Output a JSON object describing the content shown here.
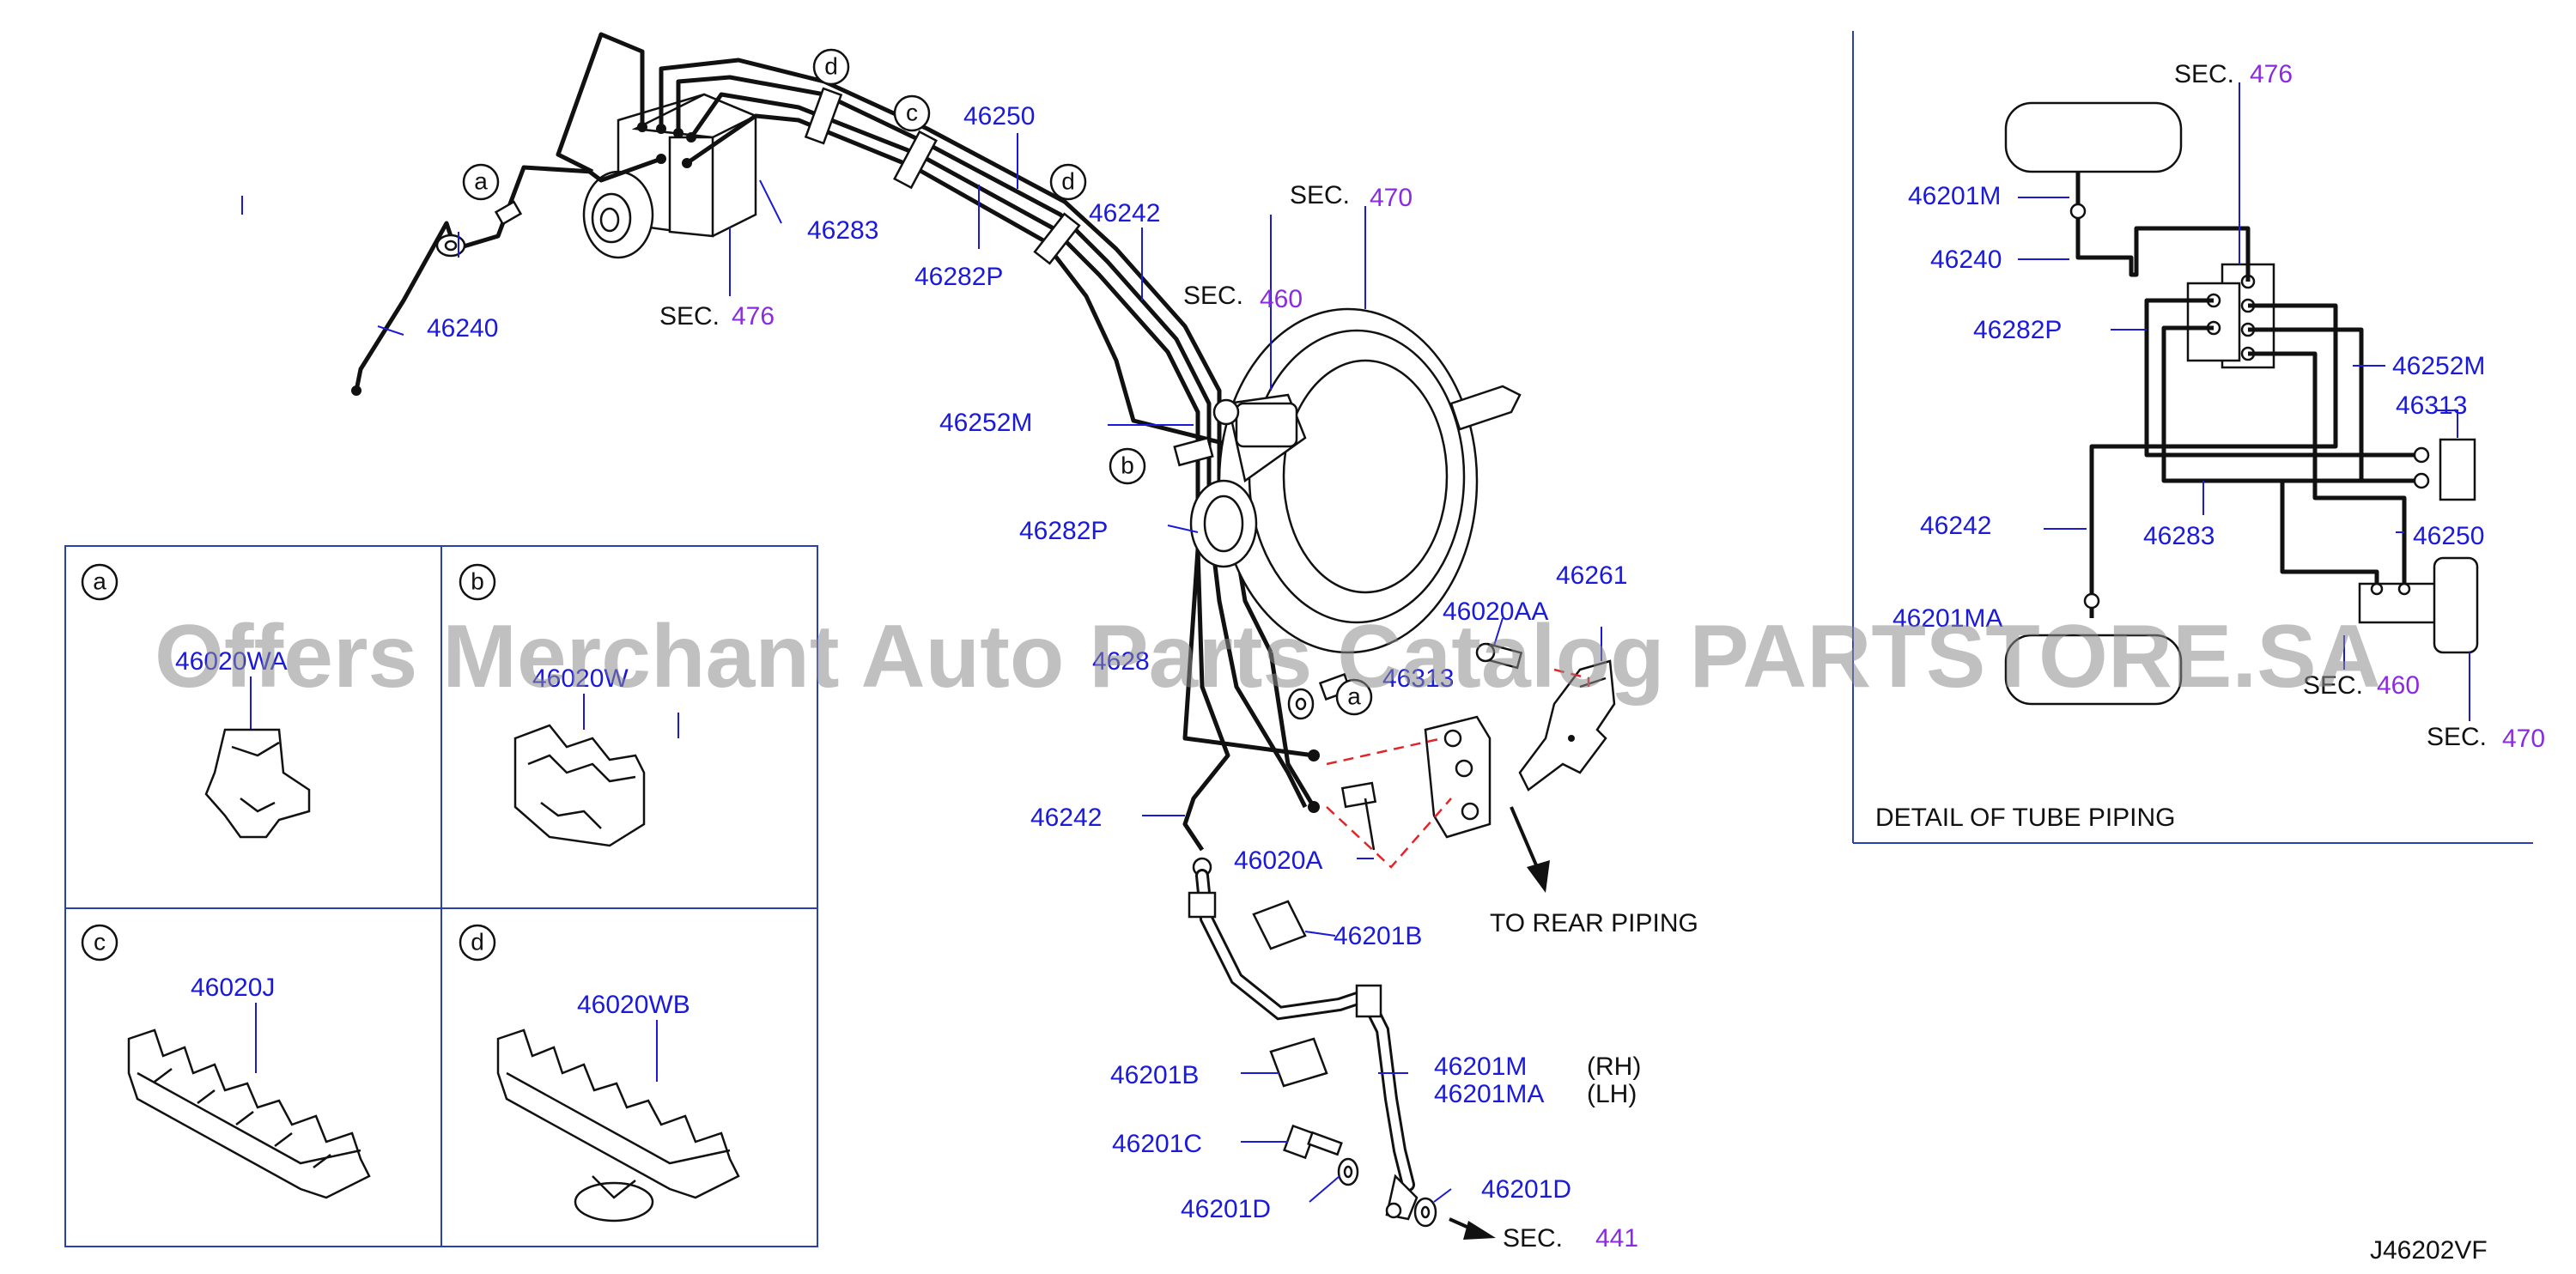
{
  "diagram": {
    "code": "J46202VF",
    "watermark": "Offers Merchant Auto Parts Catalog PARTSTORE.SA",
    "callouts": {
      "a": "a",
      "b": "b",
      "c": "c",
      "d": "d"
    },
    "sec_label": "SEC.",
    "sec_numbers": {
      "s476": "476",
      "s470": "470",
      "s460": "460",
      "s441": "441"
    },
    "main_parts": {
      "p46250": "46250",
      "p46242_top": "46242",
      "p46283": "46283",
      "p46282P_top": "46282P",
      "p46240": "46240",
      "p46252M": "46252M",
      "p46282P": "46282P",
      "p4628x_partial": "4628",
      "p46261": "46261",
      "p46020AA": "46020AA",
      "p46313_partial": "46313",
      "p46242_low": "46242",
      "p46020A": "46020A",
      "p46201B_upper": "46201B",
      "p46201B_lower": "46201B",
      "p46201M": "46201M",
      "p46201MA": "46201MA",
      "rh": "(RH)",
      "lh": "(LH)",
      "p46201C": "46201C",
      "p46201D_left": "46201D",
      "p46201D_right": "46201D",
      "to_rear_piping": "TO  REAR  PIPING"
    },
    "inset_parts": {
      "a": "46020WA",
      "b": "46020W",
      "c": "46020J",
      "d": "46020WB"
    },
    "detail": {
      "title": "DETAIL  OF  TUBE  PIPING",
      "parts": {
        "p46201M": "46201M",
        "p46240": "46240",
        "p46282P": "46282P",
        "p46252M": "46252M",
        "p46313": "46313",
        "p46242": "46242",
        "p46283": "46283",
        "p46250": "46250",
        "p46201MA": "46201MA"
      }
    }
  }
}
